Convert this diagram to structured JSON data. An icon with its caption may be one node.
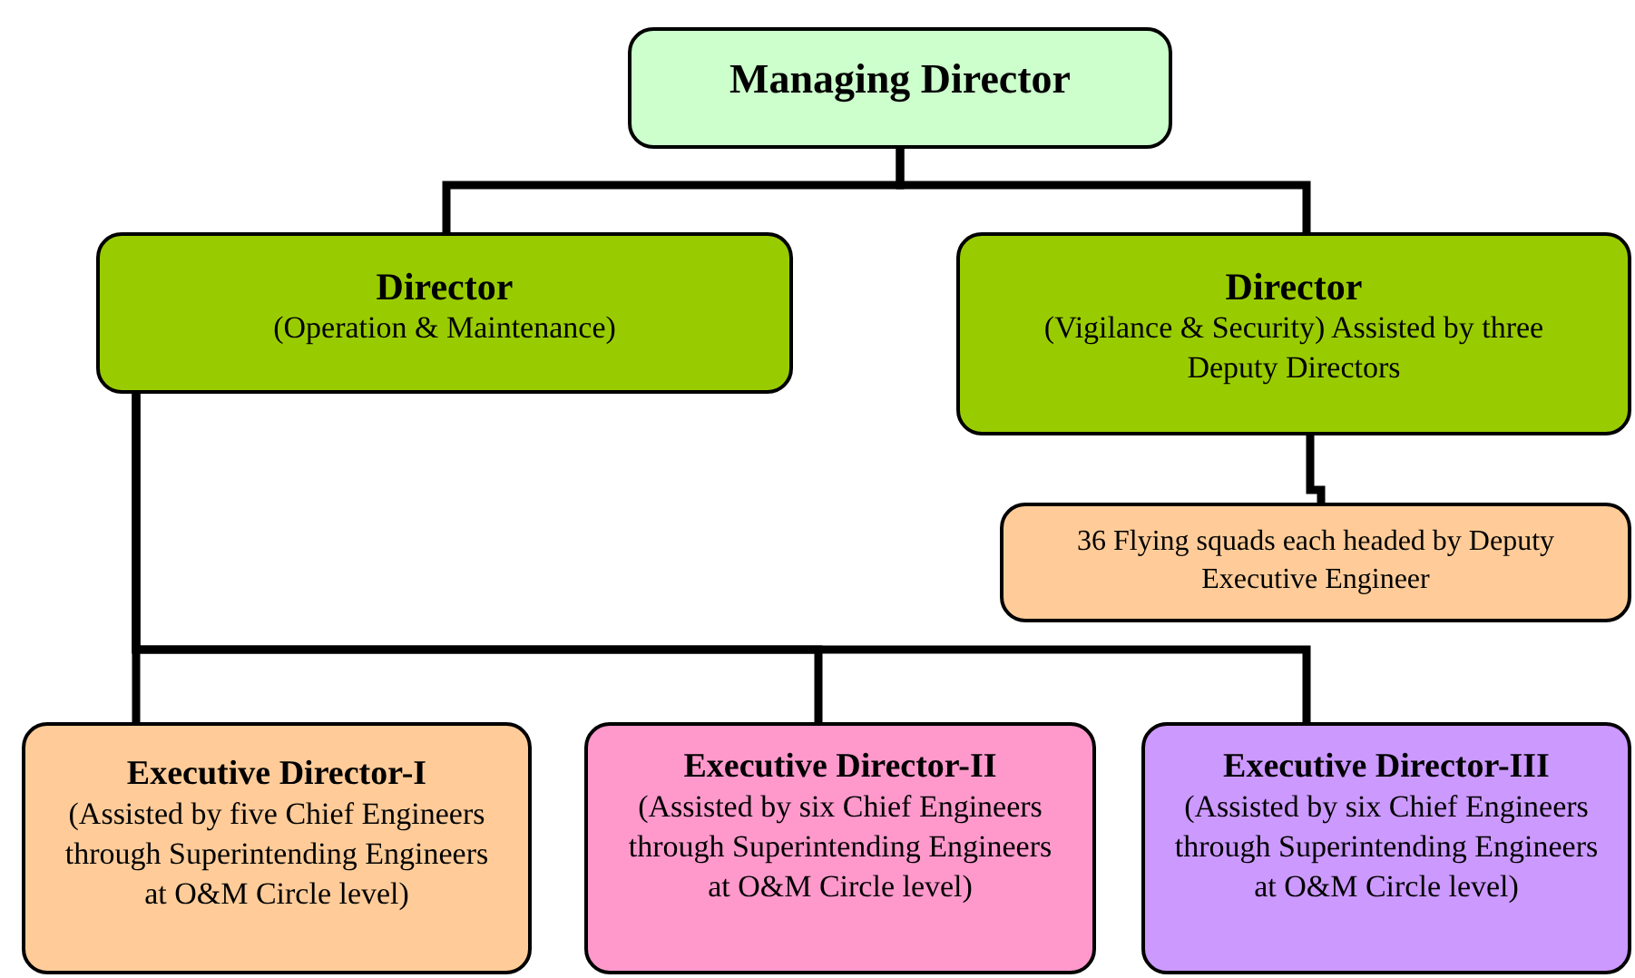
{
  "diagram": {
    "nodes": [
      {
        "text": [
          "Managing Director"
        ]
      },
      {
        "text": [
          "Director",
          "(Operation & Maintenance)"
        ]
      },
      {
        "text": [
          "Director",
          "(Vigilance & Security) Assisted by three Deputy Directors"
        ]
      },
      {
        "text": [
          "36 Flying squads each headed by Deputy Executive Engineer"
        ]
      },
      {
        "text": [
          "Executive Director-I",
          "(Assisted by five Chief Engineers through Superintending Engineers at O&M Circle level)"
        ]
      },
      {
        "text": [
          "Executive Director-II",
          "(Assisted by six Chief Engineers through Superintending Engineers at O&M Circle level)"
        ]
      },
      {
        "text": [
          "Executive Director-III",
          "(Assisted by six Chief Engineers through Superintending Engineers at O&M Circle level)"
        ]
      }
    ],
    "edges": [
      {
        "from": 0,
        "to": 1,
        "arrow": "none"
      },
      {
        "from": 0,
        "to": 2,
        "arrow": "none"
      },
      {
        "from": 2,
        "to": 3,
        "arrow": "none"
      },
      {
        "from": 1,
        "to": 4,
        "arrow": "none"
      },
      {
        "from": 1,
        "to": 5,
        "arrow": "none"
      },
      {
        "from": 1,
        "to": 6,
        "arrow": "none"
      }
    ]
  }
}
